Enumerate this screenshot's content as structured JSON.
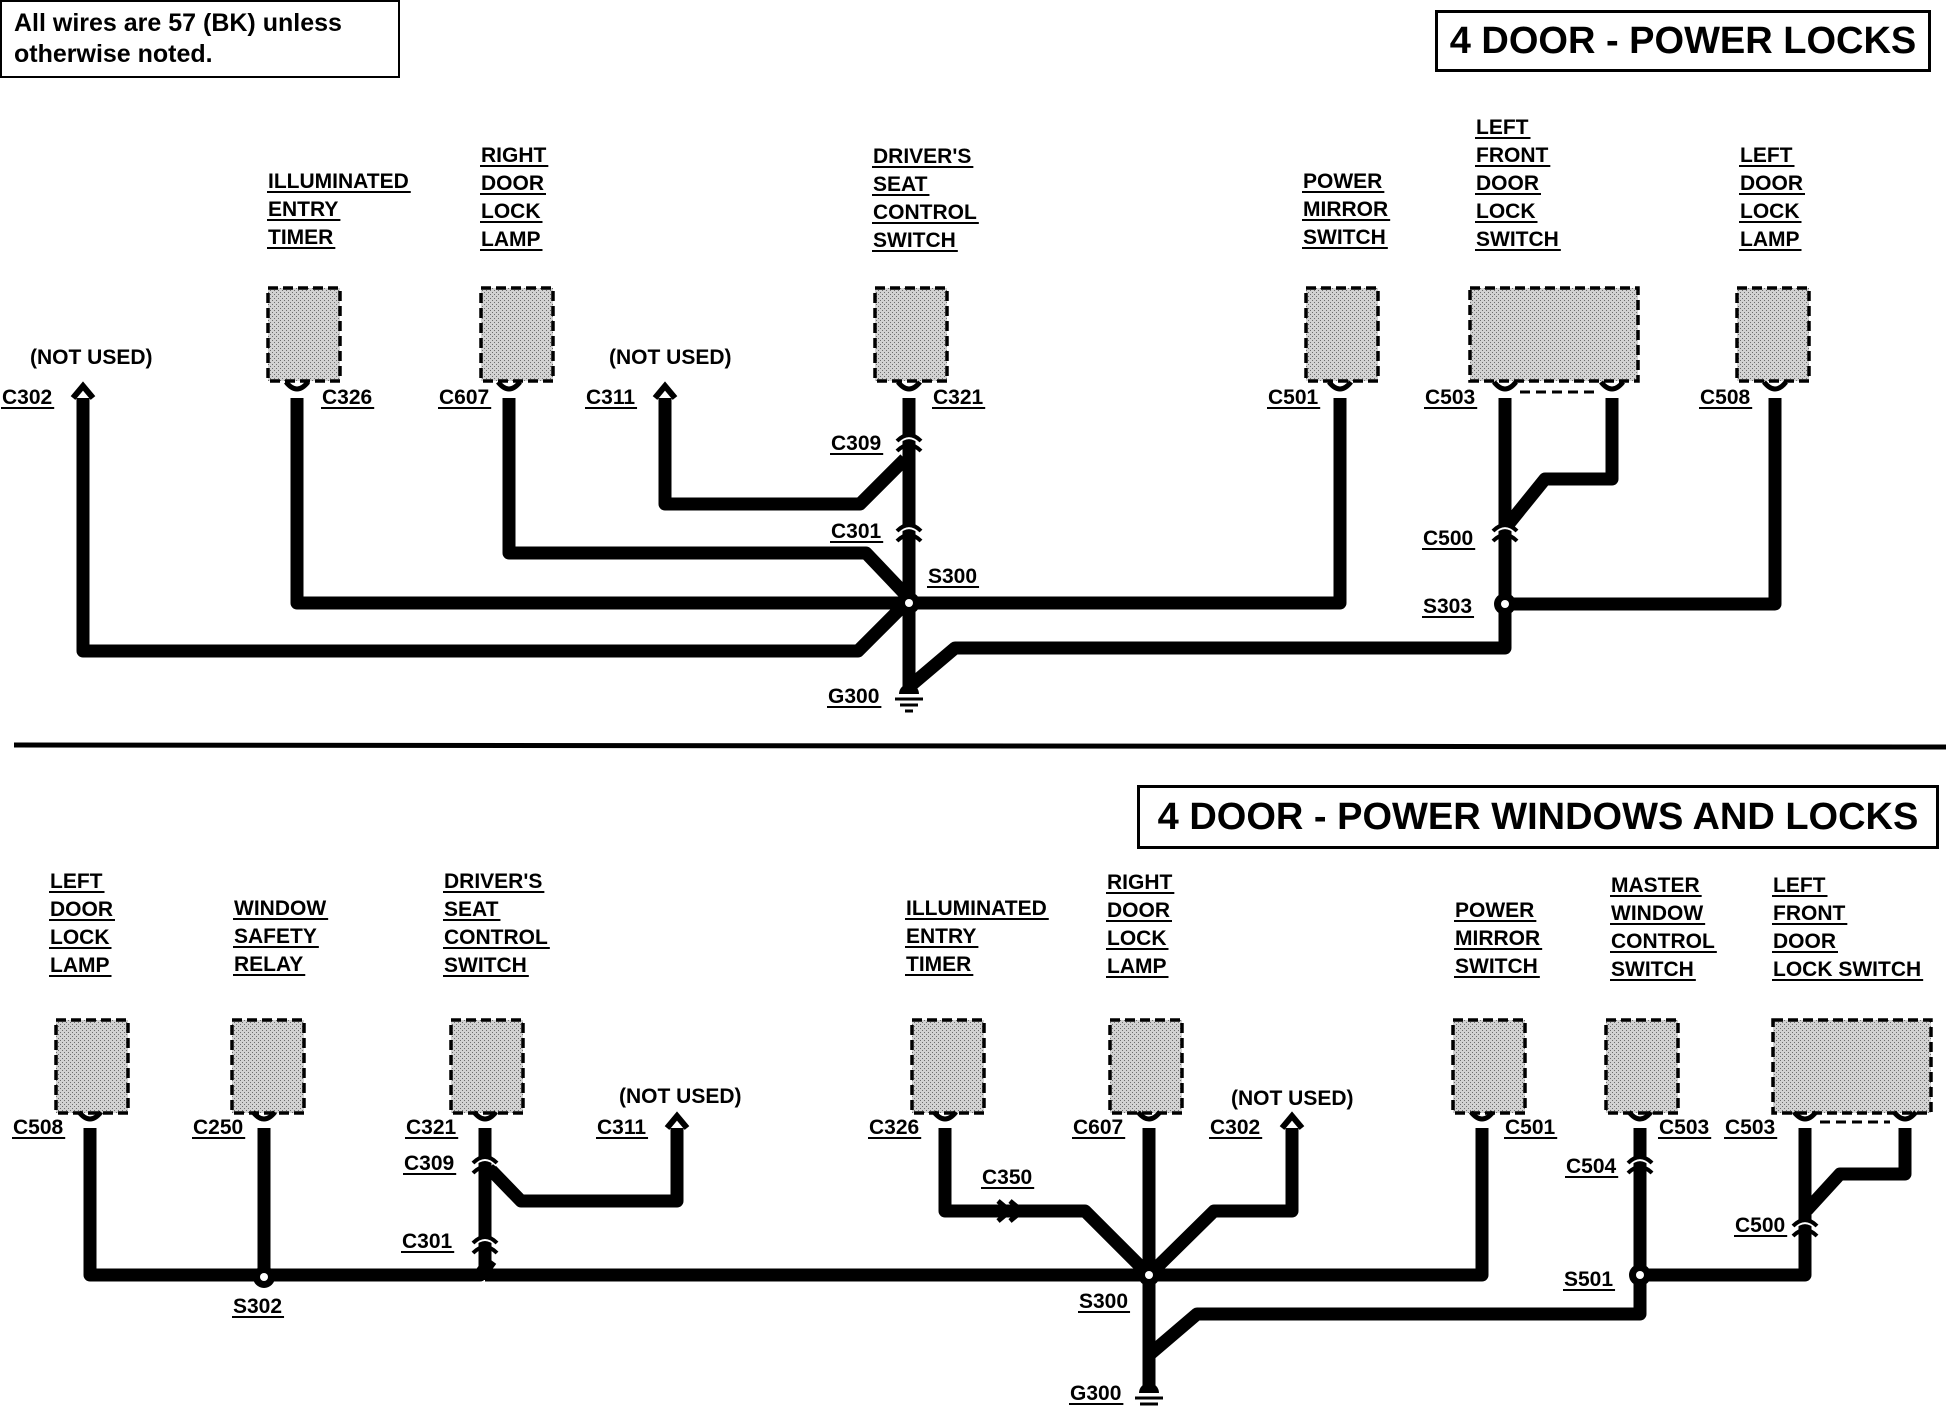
{
  "note": {
    "line1": "All wires are 57 (BK) unless",
    "line2": "otherwise noted."
  },
  "sections": [
    {
      "title": "4 DOOR - POWER LOCKS",
      "components": [
        {
          "lines": [
            "ILLUMINATED",
            "ENTRY",
            "TIMER"
          ]
        },
        {
          "lines": [
            "RIGHT",
            "DOOR",
            "LOCK",
            "LAMP"
          ]
        },
        {
          "lines": [
            "DRIVER'S",
            "SEAT",
            "CONTROL",
            "SWITCH"
          ]
        },
        {
          "lines": [
            "POWER",
            "MIRROR",
            "SWITCH"
          ]
        },
        {
          "lines": [
            "LEFT",
            "FRONT",
            "DOOR",
            "LOCK",
            "SWITCH"
          ]
        },
        {
          "lines": [
            "LEFT",
            "DOOR",
            "LOCK",
            "LAMP"
          ]
        }
      ],
      "labels": [
        "(NOT USED)",
        "C302",
        "C326",
        "C607",
        "(NOT USED)",
        "C311",
        "C321",
        "C309",
        "C301",
        "S300",
        "G300",
        "C501",
        "C503",
        "C500",
        "S303",
        "C508"
      ]
    },
    {
      "title": "4 DOOR - POWER WINDOWS AND LOCKS",
      "components": [
        {
          "lines": [
            "LEFT",
            "DOOR",
            "LOCK",
            "LAMP"
          ]
        },
        {
          "lines": [
            "WINDOW",
            "SAFETY",
            "RELAY"
          ]
        },
        {
          "lines": [
            "DRIVER'S",
            "SEAT",
            "CONTROL",
            "SWITCH"
          ]
        },
        {
          "lines": [
            "ILLUMINATED",
            "ENTRY",
            "TIMER"
          ]
        },
        {
          "lines": [
            "RIGHT",
            "DOOR",
            "LOCK",
            "LAMP"
          ]
        },
        {
          "lines": [
            "POWER",
            "MIRROR",
            "SWITCH"
          ]
        },
        {
          "lines": [
            "MASTER",
            "WINDOW",
            "CONTROL",
            "SWITCH"
          ]
        },
        {
          "lines": [
            "LEFT",
            "FRONT",
            "DOOR",
            "LOCK SWITCH"
          ]
        }
      ],
      "labels": [
        "C508",
        "S302",
        "C250",
        "C321",
        "C309",
        "C301",
        "(NOT USED)",
        "C311",
        "C326",
        "C350",
        "C607",
        "(NOT USED)",
        "C302",
        "S300",
        "G300",
        "C501",
        "C504",
        "C503",
        "S501",
        "C503",
        "C500"
      ]
    }
  ]
}
